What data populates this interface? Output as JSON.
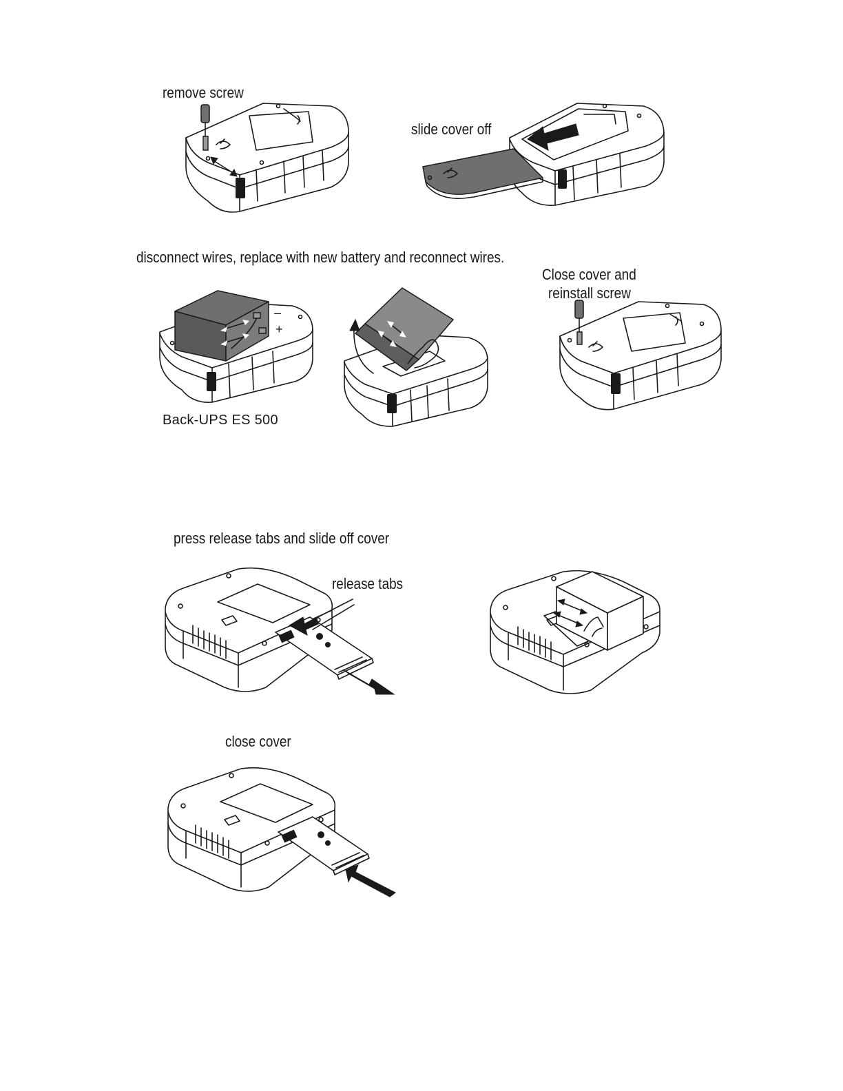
{
  "es500": {
    "step_remove_screw": "remove screw",
    "step_slide_cover_off": "slide cover off",
    "step_replace_battery": "disconnect wires, replace with new battery and reconnect wires.",
    "step_close_cover_line1": "Close cover and",
    "step_close_cover_line2": "reinstall screw",
    "model_name": "Back-UPS ES 500",
    "polarity_minus": "–",
    "polarity_plus": "+"
  },
  "other_model": {
    "step_press_release": "press release tabs and slide off cover",
    "callout_release_tabs": "release tabs",
    "step_close_cover": "close cover"
  }
}
